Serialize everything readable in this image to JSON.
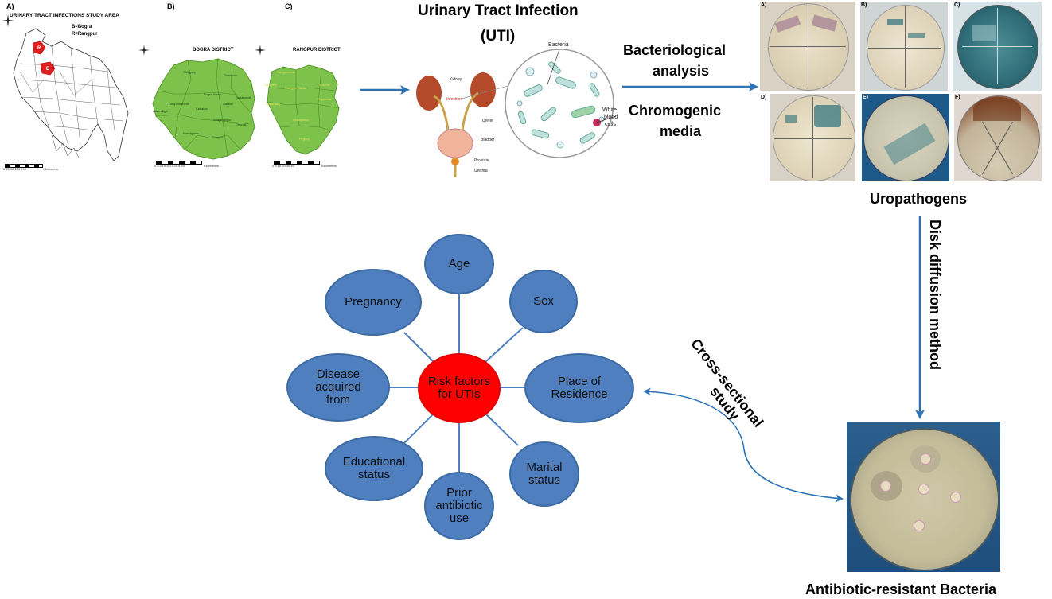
{
  "maps": {
    "panel_a": {
      "letter": "A)",
      "title": "URINARY TRACT INFECTIONS STUDY AREA",
      "legend_b": "B=Bogra",
      "legend_r": "R=Rangpur",
      "marker_b": "B",
      "marker_r": "R",
      "scale": "0 25 50 100 150",
      "scale_unit": "Kilometers"
    },
    "panel_b": {
      "letter": "B)",
      "title": "BOGRA DISTRICT",
      "scale": "0 4.25 8.5 17 25.5 34",
      "scale_unit": "Kilometers",
      "upazilas": [
        "Shibganj",
        "Sonatola",
        "Bogra Sadar",
        "Sariakandi",
        "Dhupchanchia",
        "Kahaloo",
        "Adamdighi",
        "Gabtali",
        "Nandigram",
        "Sherpur",
        "Dhunat",
        "Shajahanpur"
      ]
    },
    "panel_c": {
      "letter": "C)",
      "title": "RANGPUR DISTRICT",
      "scale": "0 5 10 20 30 40",
      "scale_unit": "Kilometers",
      "upazilas": [
        "Gangachara",
        "Kaunia",
        "Rangpur Sadar",
        "Taraganj",
        "Badarganj",
        "Pirgachha",
        "Mithapukur",
        "Pirganj"
      ]
    }
  },
  "uti": {
    "title_line1": "Urinary Tract Infection",
    "title_line2": "(UTI)",
    "labels": {
      "kidney": "Kidney",
      "infection": "Infection",
      "ureter": "Ureter",
      "bladder": "Bladder",
      "prostate": "Prostate",
      "urethra": "Urethra",
      "bacteria": "Bacteria",
      "wbc_line1": "White",
      "wbc_line2": "blood",
      "wbc_line3": "cells"
    }
  },
  "arrows": {
    "top_line1": "Bacteriological",
    "top_line2": "analysis",
    "bottom_line1": "Chromogenic",
    "bottom_line2": "media",
    "vertical": "Disk diffusion method",
    "curved_line1": "Cross-sectional",
    "curved_line2": "study"
  },
  "plates": {
    "letters": [
      "A)",
      "B)",
      "C)",
      "D)",
      "E)",
      "F)"
    ],
    "caption": "Uropathogens"
  },
  "resistant": {
    "caption": "Antibiotic-resistant Bacteria"
  },
  "risk": {
    "center": "Risk factors for UTIs",
    "factors": {
      "age": "Age",
      "sex": "Sex",
      "residence": "Place of Residence",
      "marital": "Marital status",
      "prior": "Prior antibiotic use",
      "education": "Educational status",
      "disease": "Disease acquired from",
      "pregnancy": "Pregnancy"
    }
  },
  "colors": {
    "node_blue": "#4f7fbf",
    "center_red": "#ff0000",
    "arrow_blue": "#2e74b5",
    "map_green": "#7dc24b"
  }
}
